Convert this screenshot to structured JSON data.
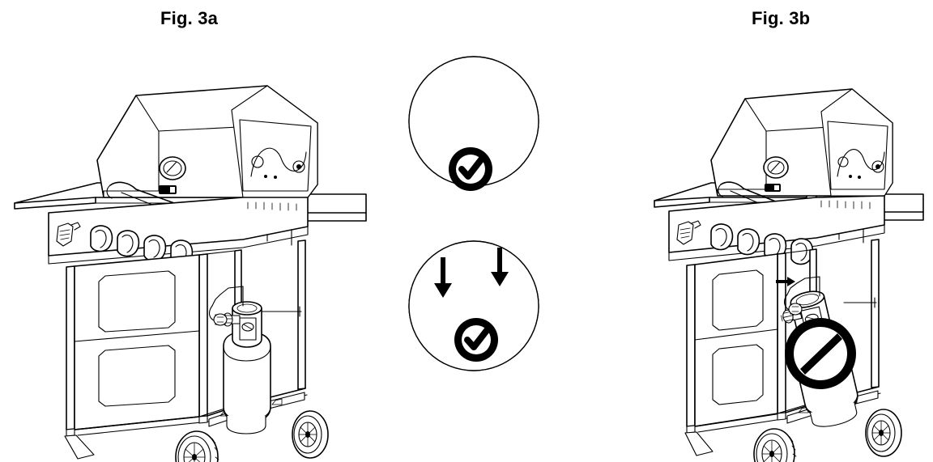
{
  "figure": {
    "left_label": "Fig. 3a",
    "right_label": "Fig. 3b",
    "left_meaning": "correct-tank-placement",
    "right_meaning": "incorrect-tank-placement"
  },
  "icons": {
    "check": "check-circle-icon",
    "prohibited": "prohibition-icon",
    "arrow_down": "arrow-down-icon",
    "thermometer": "thermometer-gauge-icon"
  },
  "details": {
    "top": {
      "name": "tank-collar-detail",
      "status_icon": "check-circle-icon"
    },
    "bottom": {
      "name": "tank-base-seating-detail",
      "status_icon": "check-circle-icon",
      "arrow_count": 2
    }
  },
  "grill": {
    "knob_count": 4,
    "side_burner_control": "side-burner-knob",
    "lid_gauge": "thermometer-gauge",
    "lid_badge": "brand-badge",
    "door_panels": 2,
    "wheels": 2,
    "legs": 2
  },
  "colors": {
    "line": "#000000",
    "background": "#ffffff",
    "icon_fill": "#000000"
  }
}
